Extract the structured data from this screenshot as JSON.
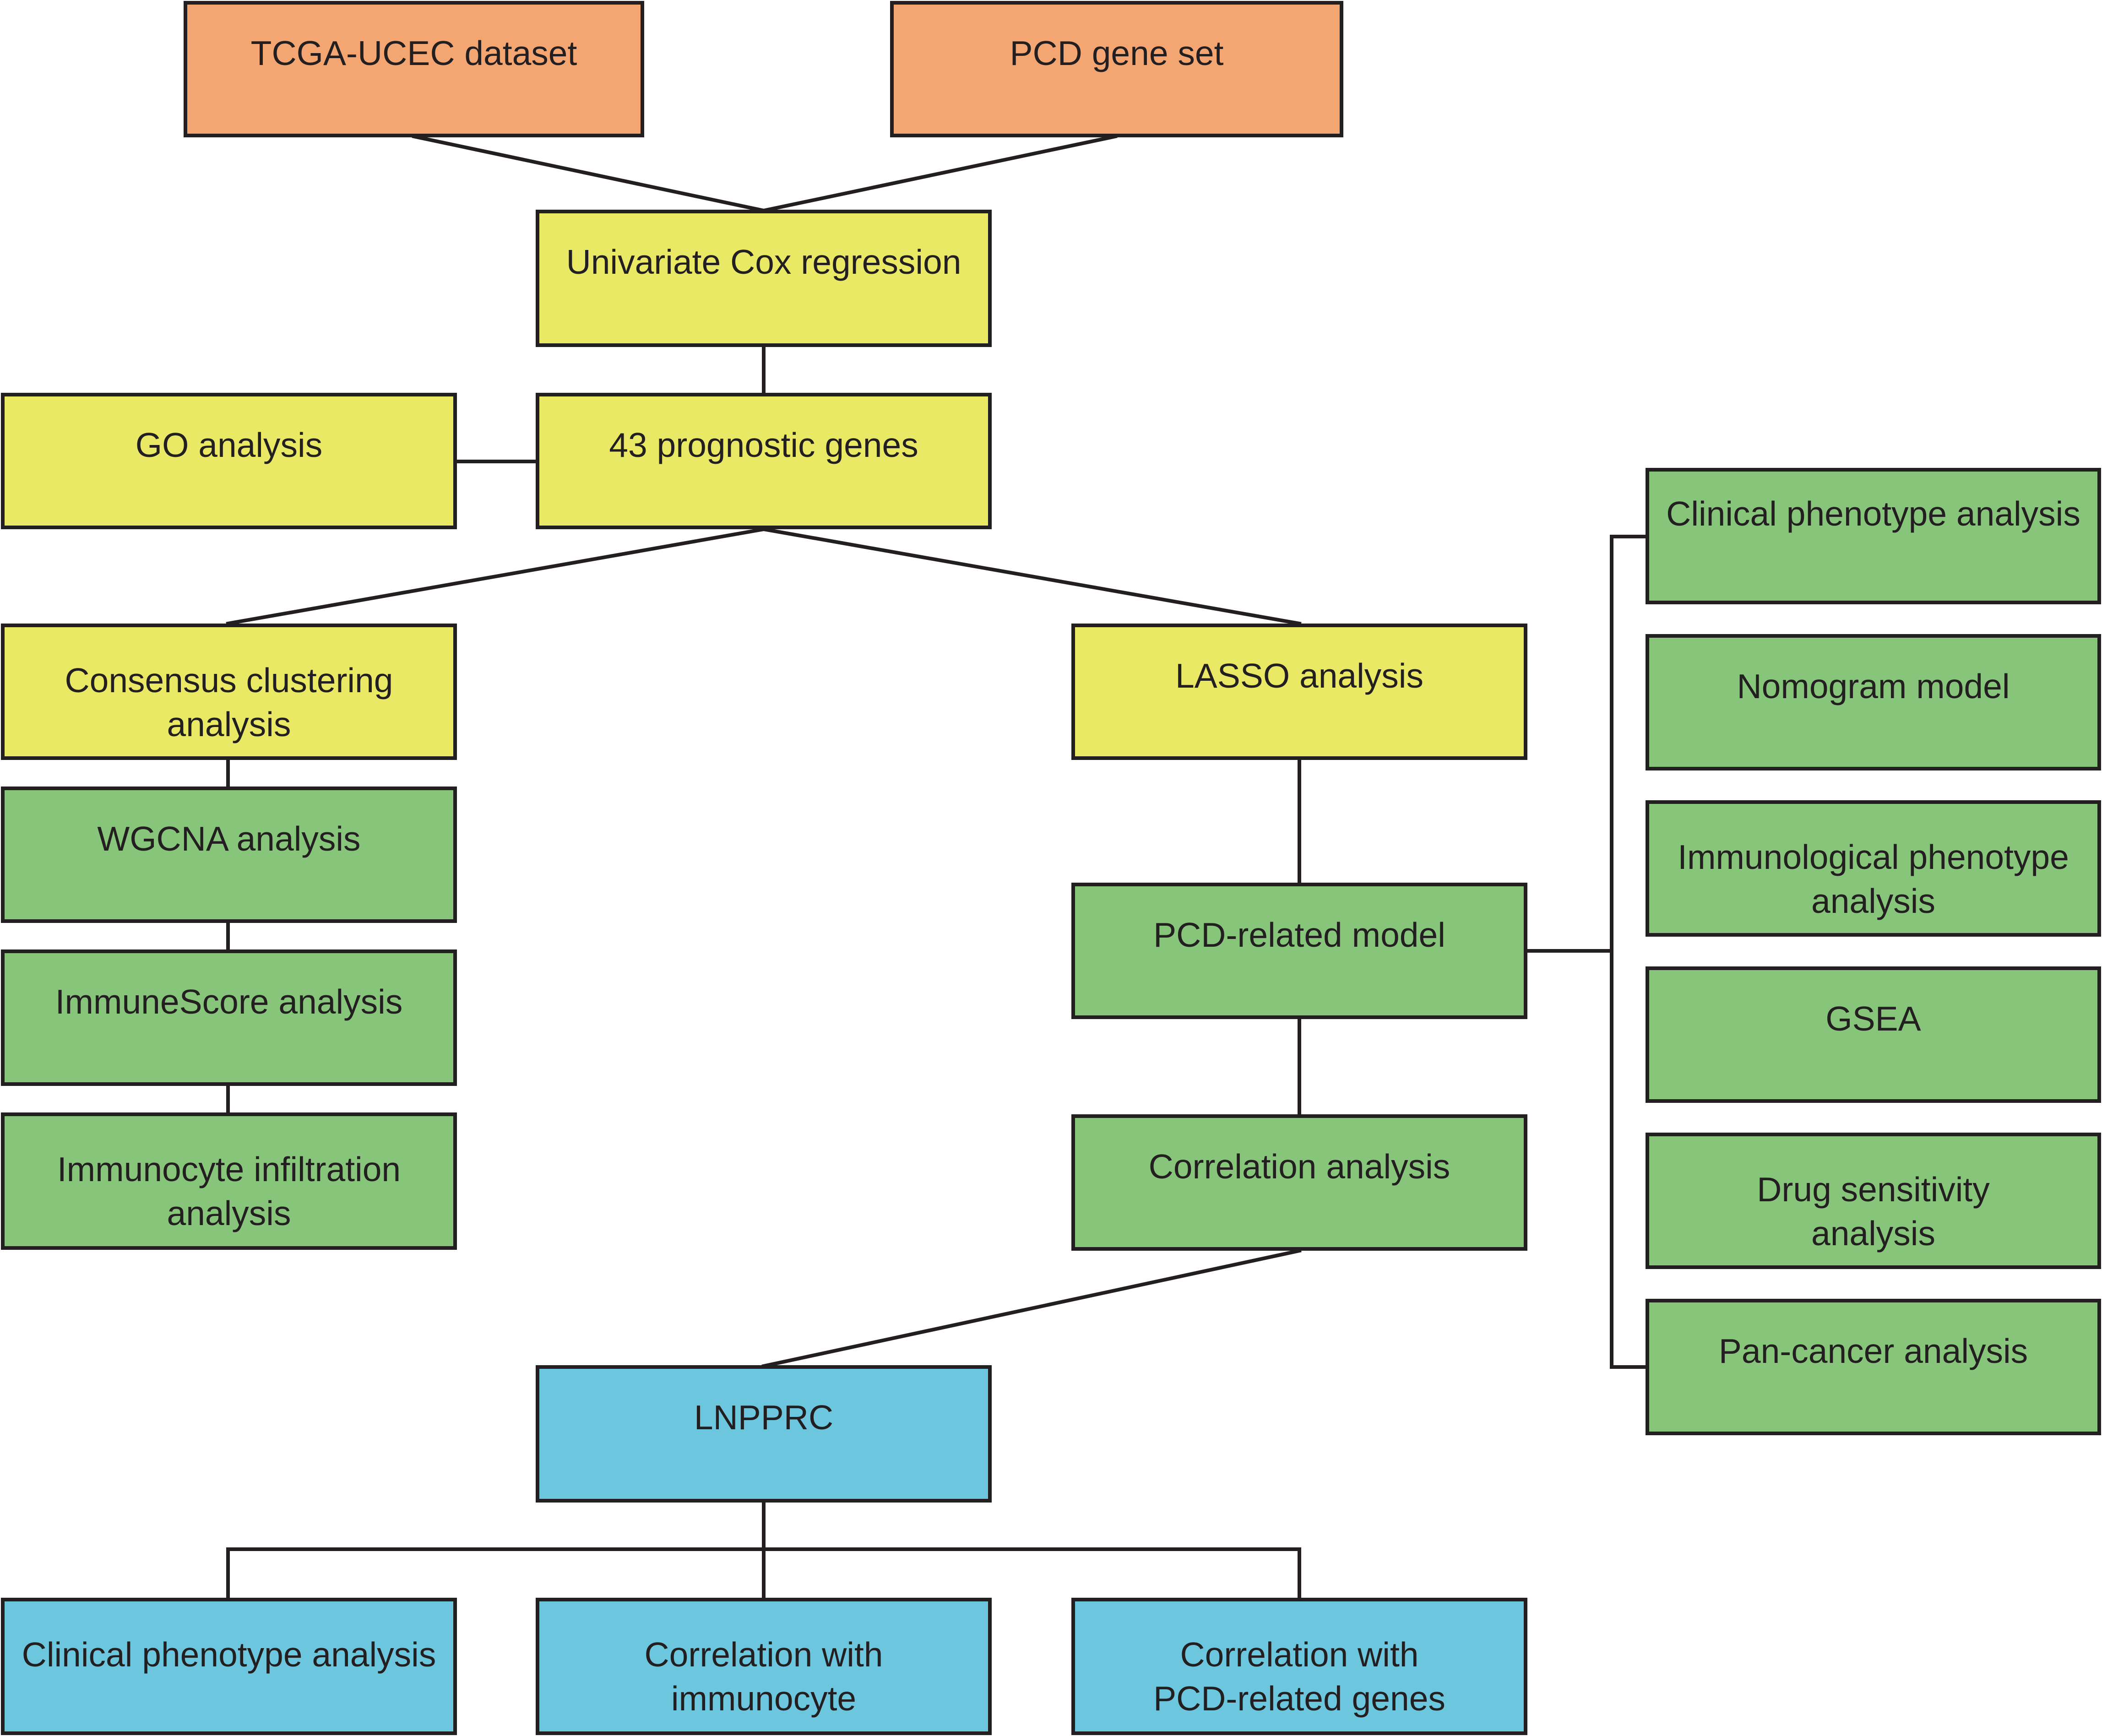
{
  "colors": {
    "orange": "#f4a672",
    "yellow": "#eae966",
    "green": "#87c57b",
    "blue": "#6cc6dd",
    "stroke": "#231f20"
  },
  "nodes": {
    "tcga": {
      "label": "TCGA-UCEC dataset",
      "color": "orange"
    },
    "pcd_gene_set": {
      "label": "PCD gene set",
      "color": "orange"
    },
    "univariate_cox": {
      "label": "Univariate Cox regression",
      "color": "yellow"
    },
    "go_analysis": {
      "label": "GO analysis",
      "color": "yellow"
    },
    "prognostic_genes": {
      "label": "43 prognostic genes",
      "color": "yellow"
    },
    "consensus_clustering": {
      "label": "Consensus clustering\nanalysis",
      "color": "yellow"
    },
    "lasso": {
      "label": "LASSO analysis",
      "color": "yellow"
    },
    "wgcna": {
      "label": "WGCNA analysis",
      "color": "green"
    },
    "immunescore": {
      "label": "ImmuneScore analysis",
      "color": "green"
    },
    "immunocyte_infiltration": {
      "label": "Immunocyte infiltration\nanalysis",
      "color": "green"
    },
    "pcd_model": {
      "label": "PCD-related model",
      "color": "green"
    },
    "correlation_analysis": {
      "label": "Correlation analysis",
      "color": "green"
    },
    "clinical_phenotype_right": {
      "label": "Clinical phenotype analysis",
      "color": "green"
    },
    "nomogram": {
      "label": "Nomogram model",
      "color": "green"
    },
    "immunological_phenotype": {
      "label": "Immunological phenotype\nanalysis",
      "color": "green"
    },
    "gsea": {
      "label": "GSEA",
      "color": "green"
    },
    "drug_sensitivity": {
      "label": "Drug sensitivity\nanalysis",
      "color": "green"
    },
    "pan_cancer": {
      "label": "Pan-cancer analysis",
      "color": "green"
    },
    "lnpprc": {
      "label": "LNPPRC",
      "color": "blue"
    },
    "clinical_phenotype_bottom": {
      "label": "Clinical phenotype analysis",
      "color": "blue"
    },
    "corr_immunocyte": {
      "label": "Correlation with\nimmunocyte",
      "color": "blue"
    },
    "corr_pcd_genes": {
      "label": "Correlation with\nPCD-related genes",
      "color": "blue"
    }
  },
  "edges": [
    [
      "tcga",
      "univariate_cox"
    ],
    [
      "pcd_gene_set",
      "univariate_cox"
    ],
    [
      "univariate_cox",
      "prognostic_genes"
    ],
    [
      "go_analysis",
      "prognostic_genes"
    ],
    [
      "prognostic_genes",
      "consensus_clustering"
    ],
    [
      "prognostic_genes",
      "lasso"
    ],
    [
      "consensus_clustering",
      "wgcna"
    ],
    [
      "wgcna",
      "immunescore"
    ],
    [
      "immunescore",
      "immunocyte_infiltration"
    ],
    [
      "lasso",
      "pcd_model"
    ],
    [
      "pcd_model",
      "correlation_analysis"
    ],
    [
      "pcd_model",
      "clinical_phenotype_right"
    ],
    [
      "pcd_model",
      "nomogram"
    ],
    [
      "pcd_model",
      "immunological_phenotype"
    ],
    [
      "pcd_model",
      "gsea"
    ],
    [
      "pcd_model",
      "drug_sensitivity"
    ],
    [
      "pcd_model",
      "pan_cancer"
    ],
    [
      "correlation_analysis",
      "lnpprc"
    ],
    [
      "lnpprc",
      "clinical_phenotype_bottom"
    ],
    [
      "lnpprc",
      "corr_immunocyte"
    ],
    [
      "lnpprc",
      "corr_pcd_genes"
    ]
  ]
}
